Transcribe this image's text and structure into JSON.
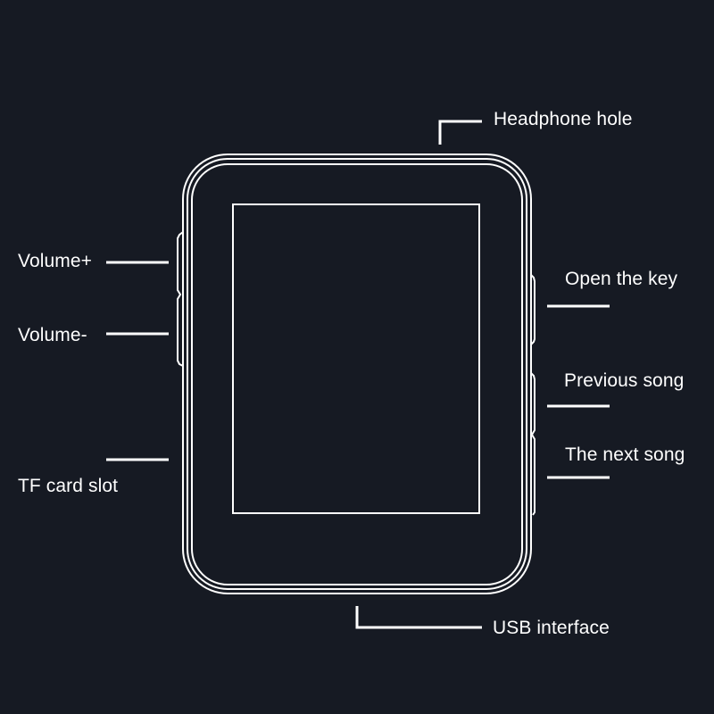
{
  "diagram": {
    "subject": "MP3 player button layout",
    "colors": {
      "background": "#161a23",
      "line": "#ffffff",
      "text": "#ffffff"
    },
    "labels": {
      "headphone_hole": "Headphone hole",
      "volume_up": "Volume+",
      "volume_down": "Volume-",
      "tf_card_slot": "TF card slot",
      "open_the_key": "Open the key",
      "previous_song": "Previous song",
      "next_song": "The next song",
      "usb_interface": "USB interface"
    }
  }
}
